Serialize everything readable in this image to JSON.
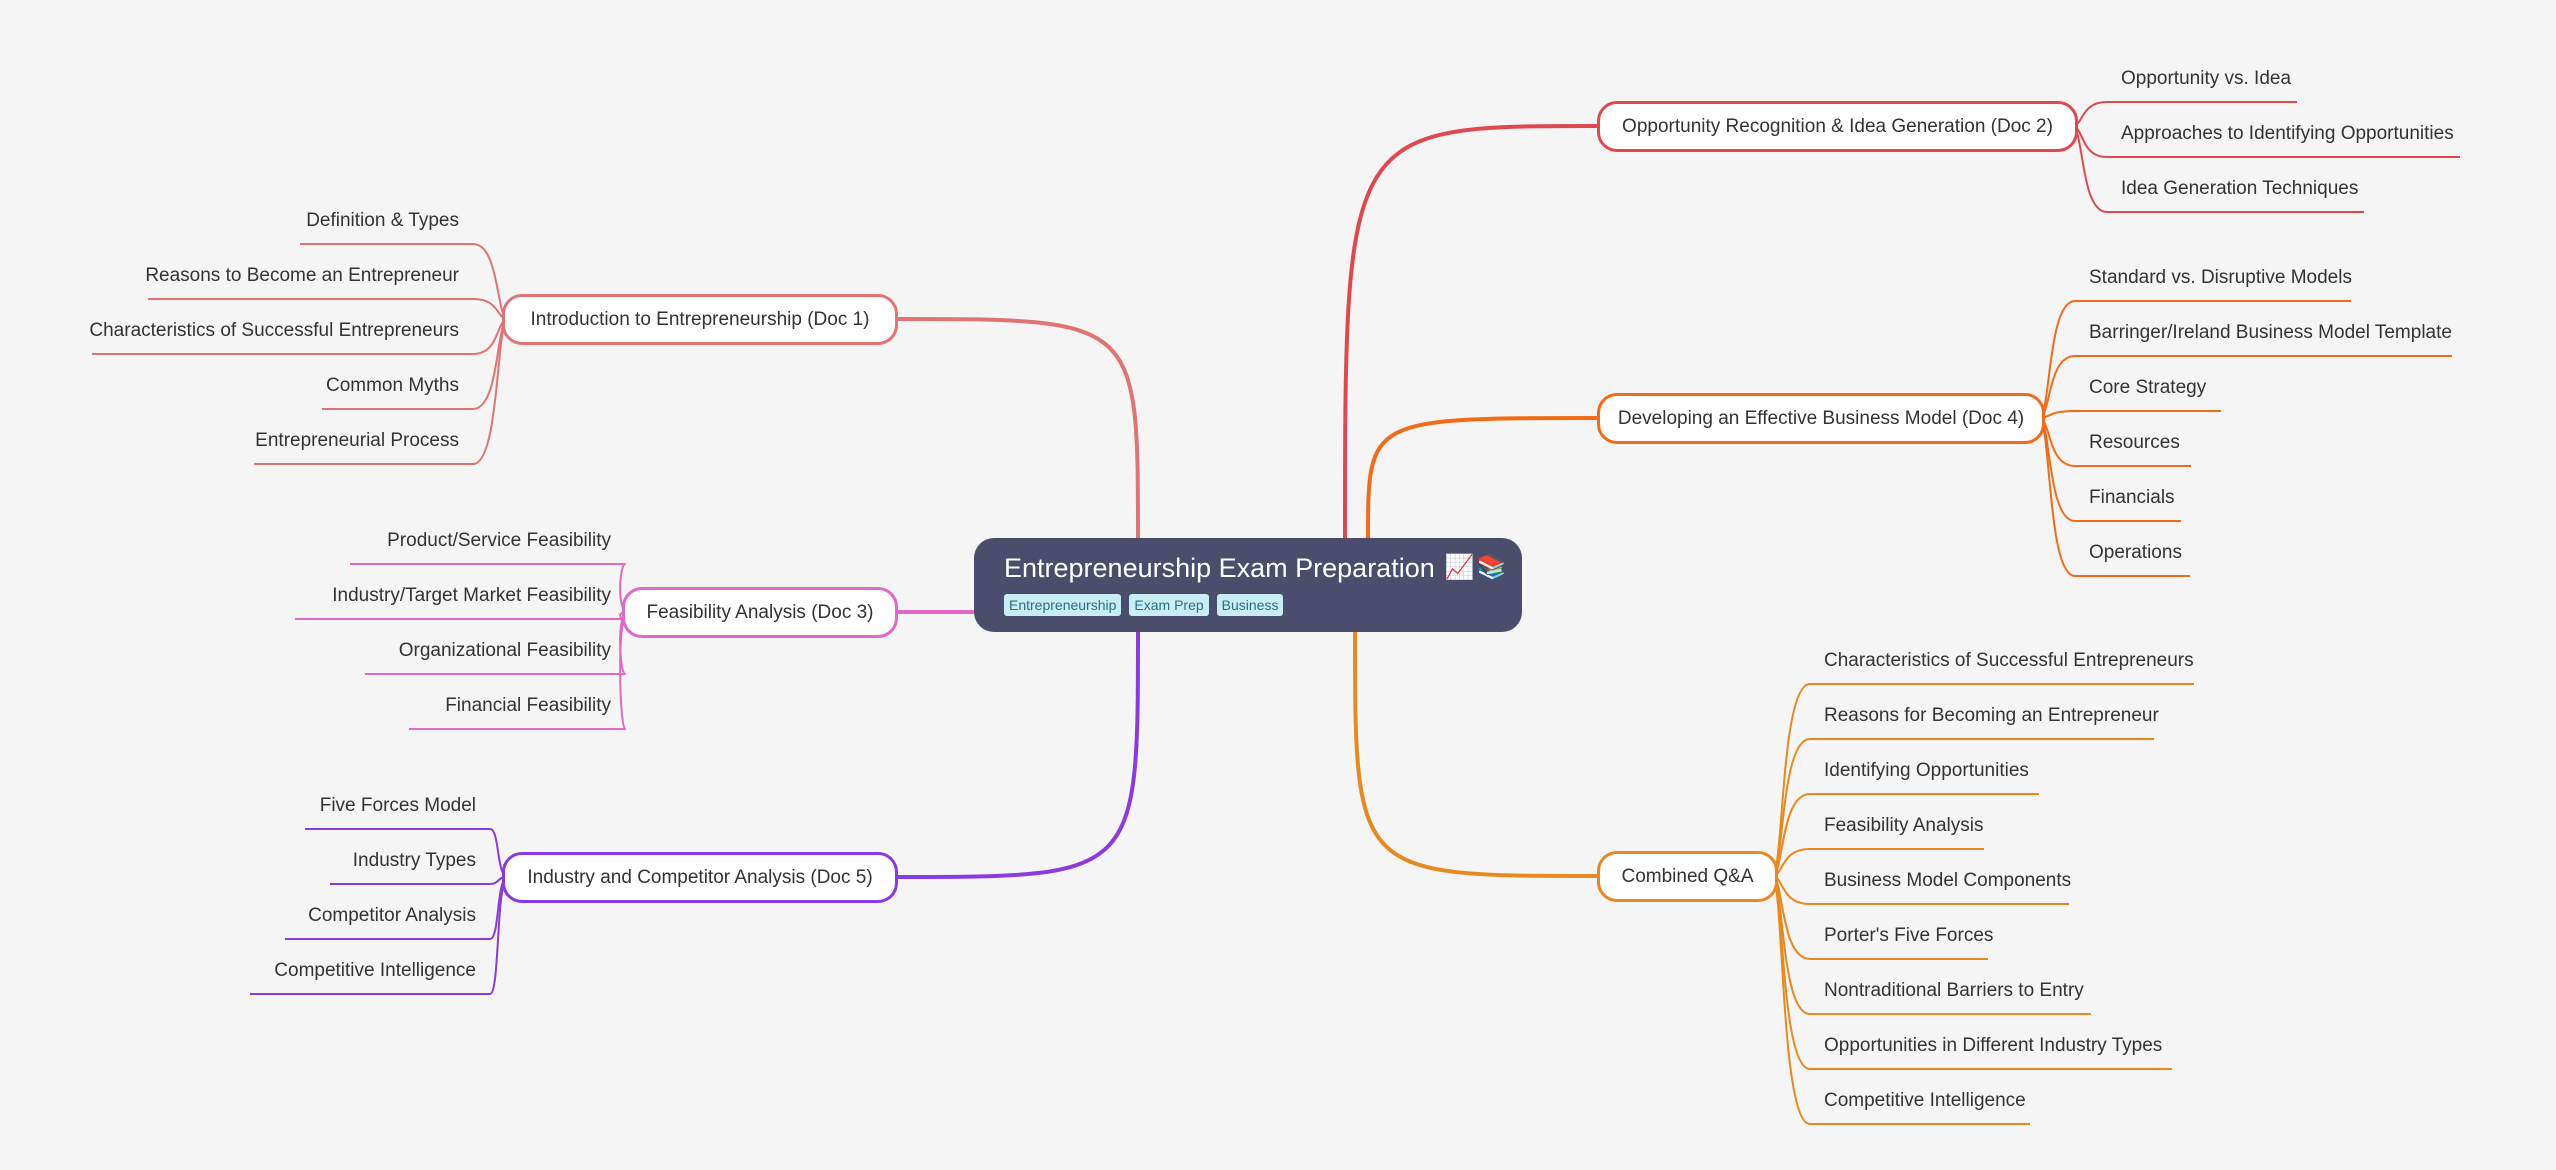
{
  "root": {
    "title": "Entrepreneurship Exam Preparation",
    "emoji": [
      "📈",
      "📚"
    ],
    "tags": [
      "Entrepreneurship",
      "Exam Prep",
      "Business"
    ]
  },
  "branches": {
    "intro": {
      "label": "Introduction to Entrepreneurship (Doc 1)",
      "color": "#e07474",
      "children": [
        "Definition & Types",
        "Reasons to Become an Entrepreneur",
        "Characteristics of Successful Entrepreneurs",
        "Common Myths",
        "Entrepreneurial Process"
      ]
    },
    "feasibility": {
      "label": "Feasibility Analysis (Doc 3)",
      "color": "#e367c4",
      "children": [
        "Product/Service Feasibility",
        "Industry/Target Market Feasibility",
        "Organizational Feasibility",
        "Financial Feasibility"
      ]
    },
    "industry": {
      "label": "Industry and Competitor Analysis (Doc 5)",
      "color": "#8a3be0",
      "children": [
        "Five Forces Model",
        "Industry Types",
        "Competitor Analysis",
        "Competitive Intelligence"
      ]
    },
    "opportunity": {
      "label": "Opportunity Recognition & Idea Generation (Doc 2)",
      "color": "#e0474f",
      "children": [
        "Opportunity vs. Idea",
        "Approaches to Identifying Opportunities",
        "Idea Generation Techniques"
      ]
    },
    "business_model": {
      "label": "Developing an Effective Business Model (Doc 4)",
      "color": "#f26c17",
      "children": [
        "Standard vs. Disruptive Models",
        "Barringer/Ireland Business Model Template",
        "Core Strategy",
        "Resources",
        "Financials",
        "Operations"
      ]
    },
    "qa": {
      "label": "Combined Q&A",
      "color": "#e8891d",
      "children": [
        "Characteristics of Successful Entrepreneurs",
        "Reasons for Becoming an Entrepreneur",
        "Identifying Opportunities",
        "Feasibility Analysis",
        "Business Model Components",
        "Porter's Five Forces",
        "Nontraditional Barriers to Entry",
        "Opportunities in Different Industry Types",
        "Competitive Intelligence"
      ]
    }
  }
}
